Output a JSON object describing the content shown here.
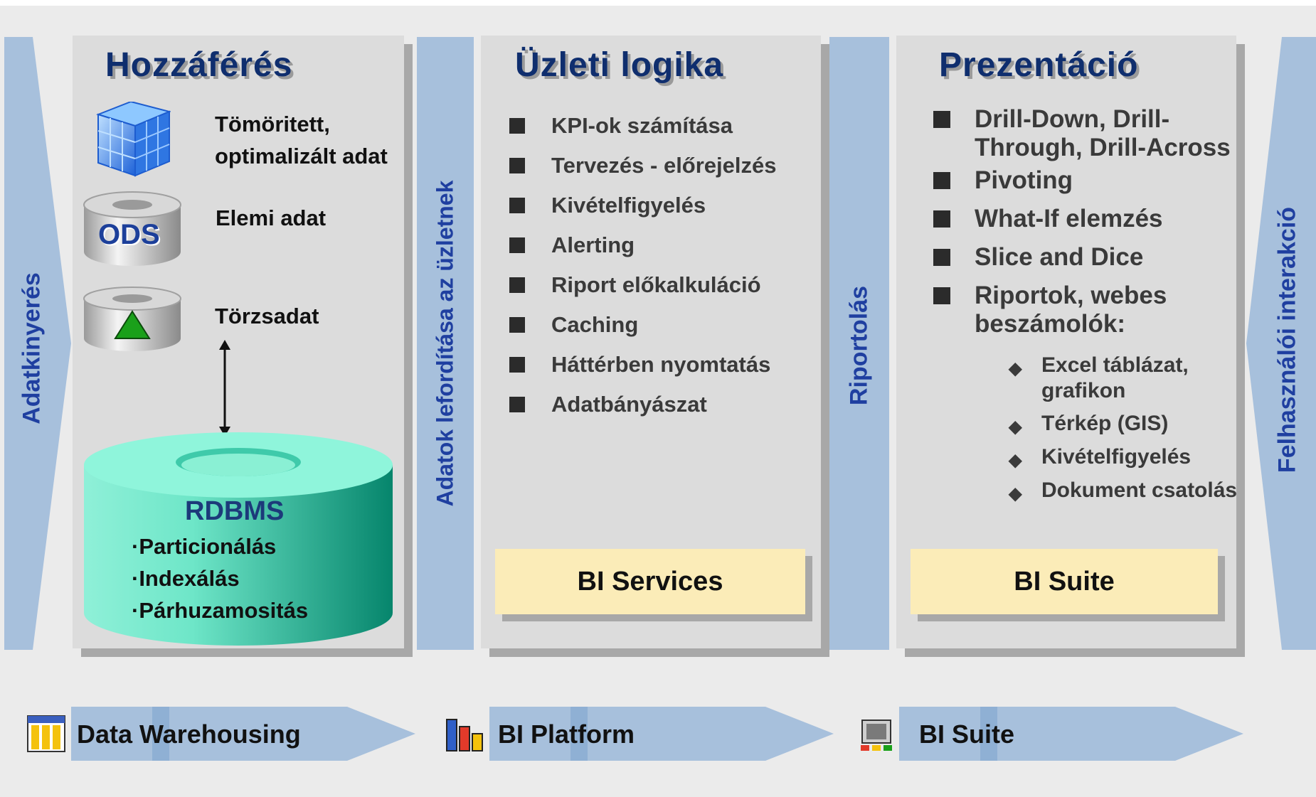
{
  "flows": {
    "left": "Adatkinyerés",
    "translate": "Adatok lefordítása az üzletnek",
    "report": "Riportolás",
    "right": "Felhasználói interakció"
  },
  "access": {
    "title": "Hozzáférés",
    "compressed": [
      "Tömöritett,",
      "optimalizált adat"
    ],
    "ods_badge": "ODS",
    "elemental": "Elemi adat",
    "master": "Törzsadat",
    "rdbms": {
      "title": "RDBMS",
      "items": [
        "·Particionálás",
        "·Indexálás",
        "·Párhuzamositás"
      ]
    }
  },
  "logic": {
    "title": "Üzleti logika",
    "items": [
      "KPI-ok számítása",
      "Tervezés - előrejelzés",
      "Kivételfigyelés",
      "Alerting",
      "Riport előkalkuláció",
      "Caching",
      "Háttérben nyomtatás",
      "Adatbányászat"
    ],
    "service": "BI Services"
  },
  "presentation": {
    "title": "Prezentáció",
    "items": [
      [
        "Drill-Down, Drill-",
        "Through, Drill-Across"
      ],
      [
        "Pivoting"
      ],
      [
        "What-If elemzés"
      ],
      [
        "Slice and Dice"
      ],
      [
        "Riportok, webes",
        "beszámolók:"
      ]
    ],
    "subitems": [
      [
        "Excel táblázat,",
        "grafikon"
      ],
      [
        "Térkép (GIS)"
      ],
      [
        "Kivételfigyelés"
      ],
      [
        "Dokument csatolás"
      ]
    ],
    "suite": "BI Suite"
  },
  "bottom": {
    "dw": "Data Warehousing",
    "platform": "BI Platform",
    "suite": "BI Suite"
  },
  "colors": {
    "flow_band": "#a7c0dc",
    "flow_text": "#1f3fa0",
    "title": "#0f2e6e",
    "service_box": "#fbecb8",
    "rdbms": "#3cc6a6"
  }
}
